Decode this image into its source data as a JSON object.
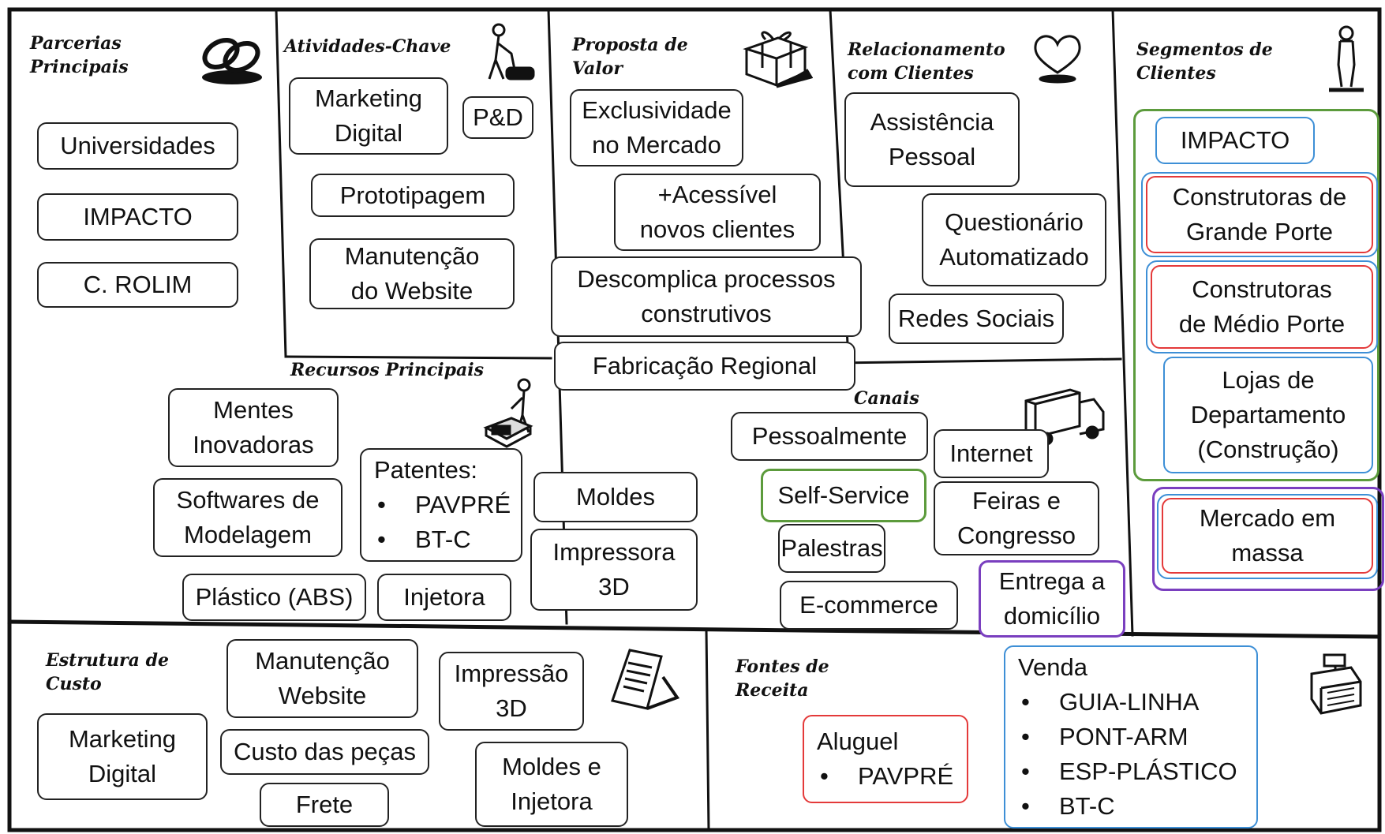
{
  "headers": {
    "parcerias": "Parcerias\nPrincipais",
    "atividades": "Atividades-Chave",
    "proposta": "Proposta de\nValor",
    "relacionamento": "Relacionamento\ncom Clientes",
    "segmentos": "Segmentos de\nClientes",
    "recursos": "Recursos Principais",
    "canais": "Canais",
    "custo": "Estrutura de\nCusto",
    "receita": "Fontes de\nReceita"
  },
  "parcerias": [
    "Universidades",
    "IMPACTO",
    "C. ROLIM"
  ],
  "atividades": [
    "Marketing\nDigital",
    "P&D",
    "Prototipagem",
    "Manutenção\ndo Website"
  ],
  "proposta": [
    "Exclusividade\nno Mercado",
    "+Acessível\nnovos clientes",
    "Descomplica processos\nconstrutivos",
    "Fabricação Regional"
  ],
  "relacionamento": [
    "Assistência\nPessoal",
    "Questionário\nAutomatizado",
    "Redes Sociais"
  ],
  "segmentos": [
    "IMPACTO",
    "Construtoras de\nGrande Porte",
    "Construtoras\nde Médio Porte",
    "Lojas de\nDepartamento\n(Construção)",
    "Mercado em\nmassa"
  ],
  "recursos": {
    "mentes": "Mentes\nInovadoras",
    "softwares": "Softwares de\nModelagem",
    "patentes_title": "Patentes:",
    "patentes_items": [
      "PAVPRÉ",
      "BT-C"
    ],
    "plastico": "Plástico (ABS)",
    "injetora": "Injetora",
    "moldes": "Moldes",
    "impressora": "Impressora\n3D"
  },
  "canais": [
    "Pessoalmente",
    "Internet",
    "Self-Service",
    "Feiras e\nCongresso",
    "Palestras",
    "Entrega a\ndomicílio",
    "E-commerce"
  ],
  "custo": [
    "Manutenção\nWebsite",
    "Impressão\n3D",
    "Marketing\nDigital",
    "Custo das peças",
    "Moldes e\nInjetora",
    "Frete"
  ],
  "receita": {
    "aluguel_title": "Aluguel",
    "aluguel_items": [
      "PAVPRÉ"
    ],
    "venda_title": "Venda",
    "venda_items": [
      "GUIA-LINHA",
      "PONT-ARM",
      "ESP-PLÁSTICO",
      "BT-C"
    ]
  },
  "colors": {
    "green": "#5c9b3c",
    "purple": "#7a3fbf",
    "red": "#e43a3a",
    "blue": "#3d8fd6"
  },
  "icons": [
    "chain-link-icon",
    "worker-vacuum-icon",
    "gift-box-icon",
    "heart-icon",
    "standing-person-icon",
    "worker-forklift-icon",
    "delivery-truck-icon",
    "price-tag-icon",
    "cash-register-icon"
  ]
}
